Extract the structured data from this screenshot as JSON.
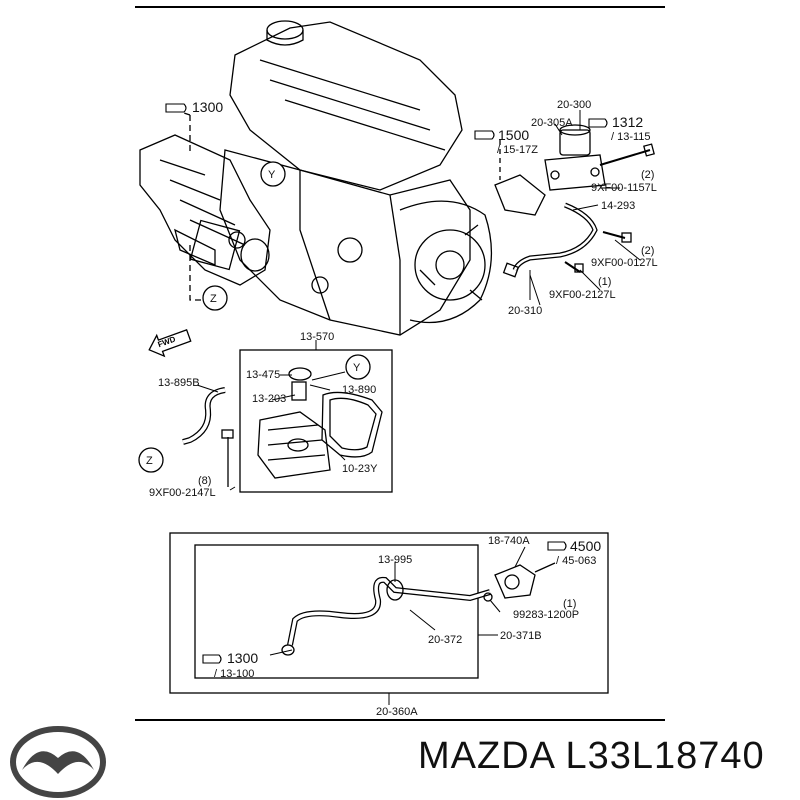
{
  "labels": {
    "l1300_top": "1300",
    "l20_300": "20-300",
    "l20_305a": "20-305A",
    "l1312": "1312",
    "l13_115": "/ 13-115",
    "l1500": "1500",
    "l15_17z": "/ 15-17Z",
    "q2a": "(2)",
    "l9xf1157": "9XF00-1157L",
    "l14_293": "14-293",
    "q2b": "(2)",
    "l9xf0127": "9XF00-0127L",
    "q1a": "(1)",
    "l9xf2127": "9XF00-2127L",
    "l20_310": "20-310",
    "markY_top": "Y",
    "markZ_top": "Z",
    "fwd": "FWD",
    "l13_570": "13-570",
    "l13_475": "13-475",
    "markY_mid": "Y",
    "l13_895b": "13-895B",
    "l13_890": "13-890",
    "l13_203": "13-203",
    "markZ_mid": "Z",
    "l10_23y": "10-23Y",
    "q8": "(8)",
    "l9xf2147": "9XF00-2147L",
    "l18_740a": "18-740A",
    "l4500": "4500",
    "l45_063": "/ 45-063",
    "l13_995": "13-995",
    "q1b": "(1)",
    "l99283": "99283-1200P",
    "l20_372": "20-372",
    "l20_371b": "20-371B",
    "l1300_bot": "1300",
    "l13_100": "/ 13-100",
    "l20_360a": "20-360A"
  },
  "footer": {
    "brand_part_number": "MAZDA L33L18740",
    "logo_icon": "mazda-logo-icon"
  }
}
